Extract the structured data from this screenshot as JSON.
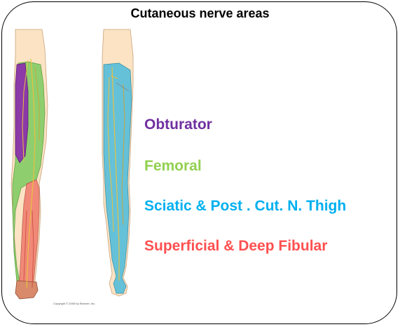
{
  "title": "Cutaneous nerve areas",
  "legend": [
    {
      "label": "Obturator",
      "color": "#7030a0"
    },
    {
      "label": "Femoral",
      "color": "#92d050"
    },
    {
      "label": "Sciatic & Post . Cut. N. Thigh",
      "color": "#00b0f0"
    },
    {
      "label": "Superficial & Deep Fibular",
      "color": "#ff5050"
    }
  ],
  "copyright": "Copyright © 2005 by Elsevier, Inc.",
  "colors": {
    "skin": "#fbe3c4",
    "femoral_fill": "#8fce6e",
    "obturator_fill": "#8b3aa8",
    "fibular_fill": "#f08070",
    "sciatic_fill": "#5ec0da",
    "nerve": "#e8c040"
  }
}
